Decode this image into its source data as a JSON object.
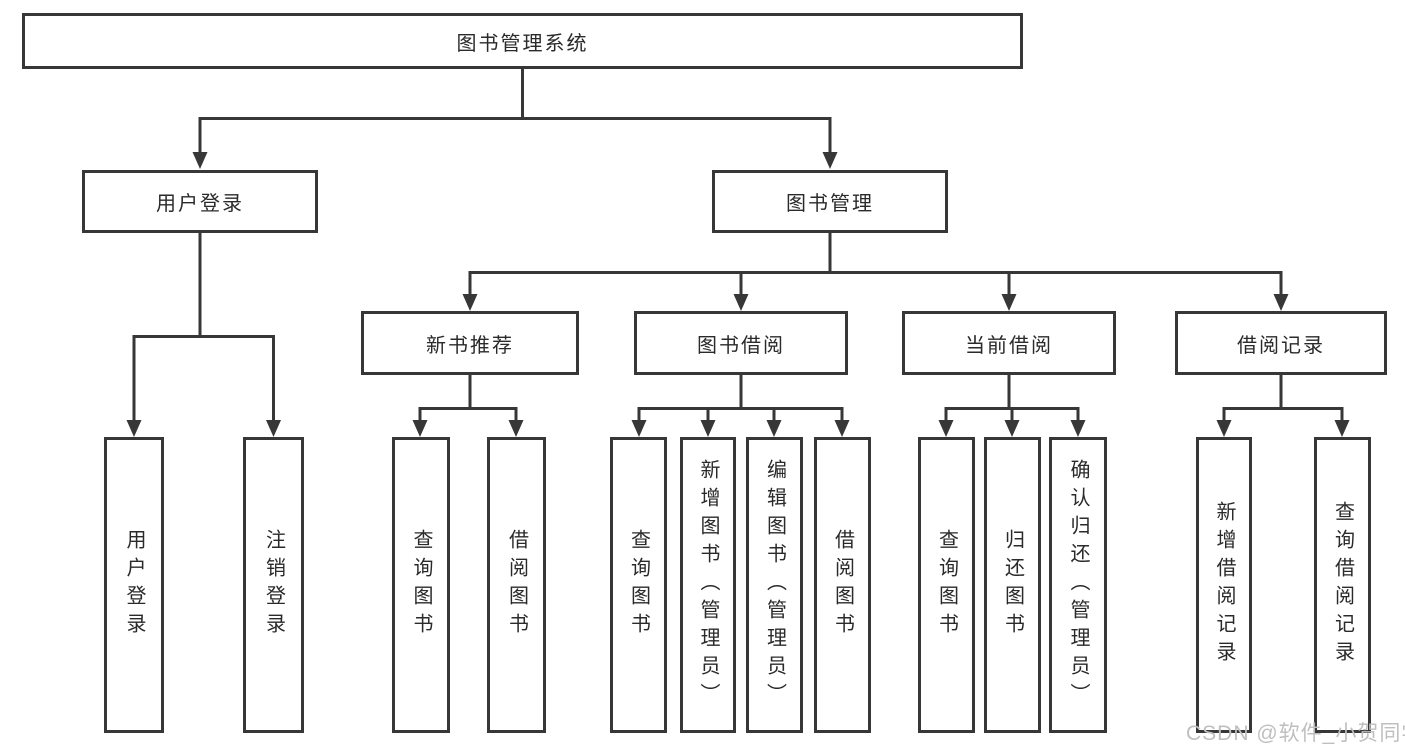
{
  "tree": {
    "label": "图书管理系统",
    "children": [
      {
        "label": "用户登录",
        "children": [
          {
            "label": "用户登录"
          },
          {
            "label": "注销登录"
          }
        ]
      },
      {
        "label": "图书管理",
        "children": [
          {
            "label": "新书推荐",
            "children": [
              {
                "label": "查询图书"
              },
              {
                "label": "借阅图书"
              }
            ]
          },
          {
            "label": "图书借阅",
            "children": [
              {
                "label": "查询图书"
              },
              {
                "label": "新增图书（管理员）"
              },
              {
                "label": "编辑图书（管理员）"
              },
              {
                "label": "借阅图书"
              }
            ]
          },
          {
            "label": "当前借阅",
            "children": [
              {
                "label": "查询图书"
              },
              {
                "label": "归还图书"
              },
              {
                "label": "确认归还（管理员）"
              }
            ]
          },
          {
            "label": "借阅记录",
            "children": [
              {
                "label": "新增借阅记录"
              },
              {
                "label": "查询借阅记录"
              }
            ]
          }
        ]
      }
    ]
  },
  "watermark": {
    "text": "CSDN @软件_小贺同学"
  },
  "colors": {
    "background": "#ffffff",
    "line": "#373737",
    "box_border": "#373737",
    "box_fill": "#ffffff",
    "text": "#2a2a2a",
    "watermark": "#bfbfbf"
  }
}
